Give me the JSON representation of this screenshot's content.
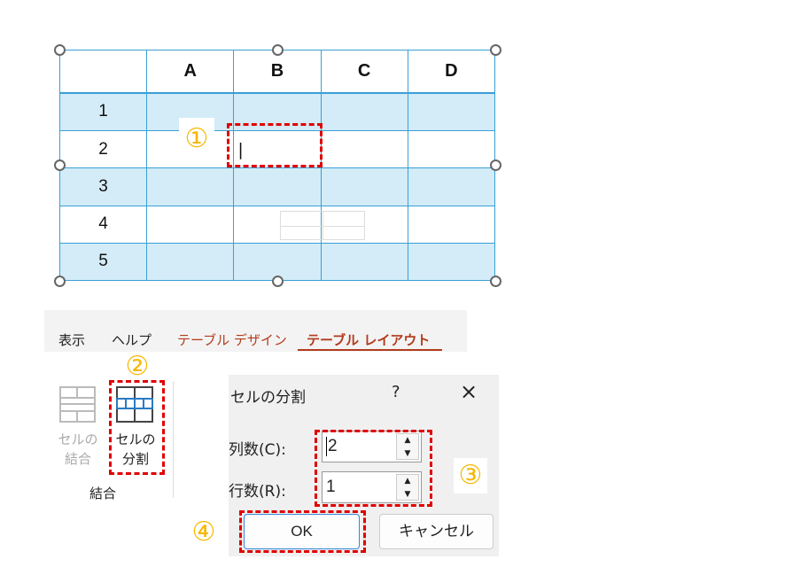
{
  "table": {
    "headers": [
      "",
      "A",
      "B",
      "C",
      "D"
    ],
    "rows": [
      "1",
      "2",
      "3",
      "4",
      "5"
    ],
    "cursor": "|"
  },
  "steps": [
    "①",
    "②",
    "③",
    "④"
  ],
  "ribbon": {
    "tabs": [
      "表示",
      "ヘルプ",
      "テーブル デザイン",
      "テーブル レイアウト"
    ],
    "merge_label": [
      "セルの",
      "結合"
    ],
    "split_label": [
      "セルの",
      "分割"
    ],
    "group_label": "結合"
  },
  "dialog": {
    "title": "セルの分割",
    "help": "?",
    "close": "×",
    "columns_label": "列数(C):",
    "columns_key": "C",
    "rows_label": "行数(R):",
    "rows_key": "R",
    "columns_value": "2",
    "rows_value": "1",
    "ok": "OK",
    "cancel": "キャンセル"
  },
  "colors": {
    "accent": "#b33a1c",
    "highlight": "#e00000",
    "step": "#f5b800",
    "grid": "#3a9fd6",
    "band": "#d3ecf8"
  }
}
